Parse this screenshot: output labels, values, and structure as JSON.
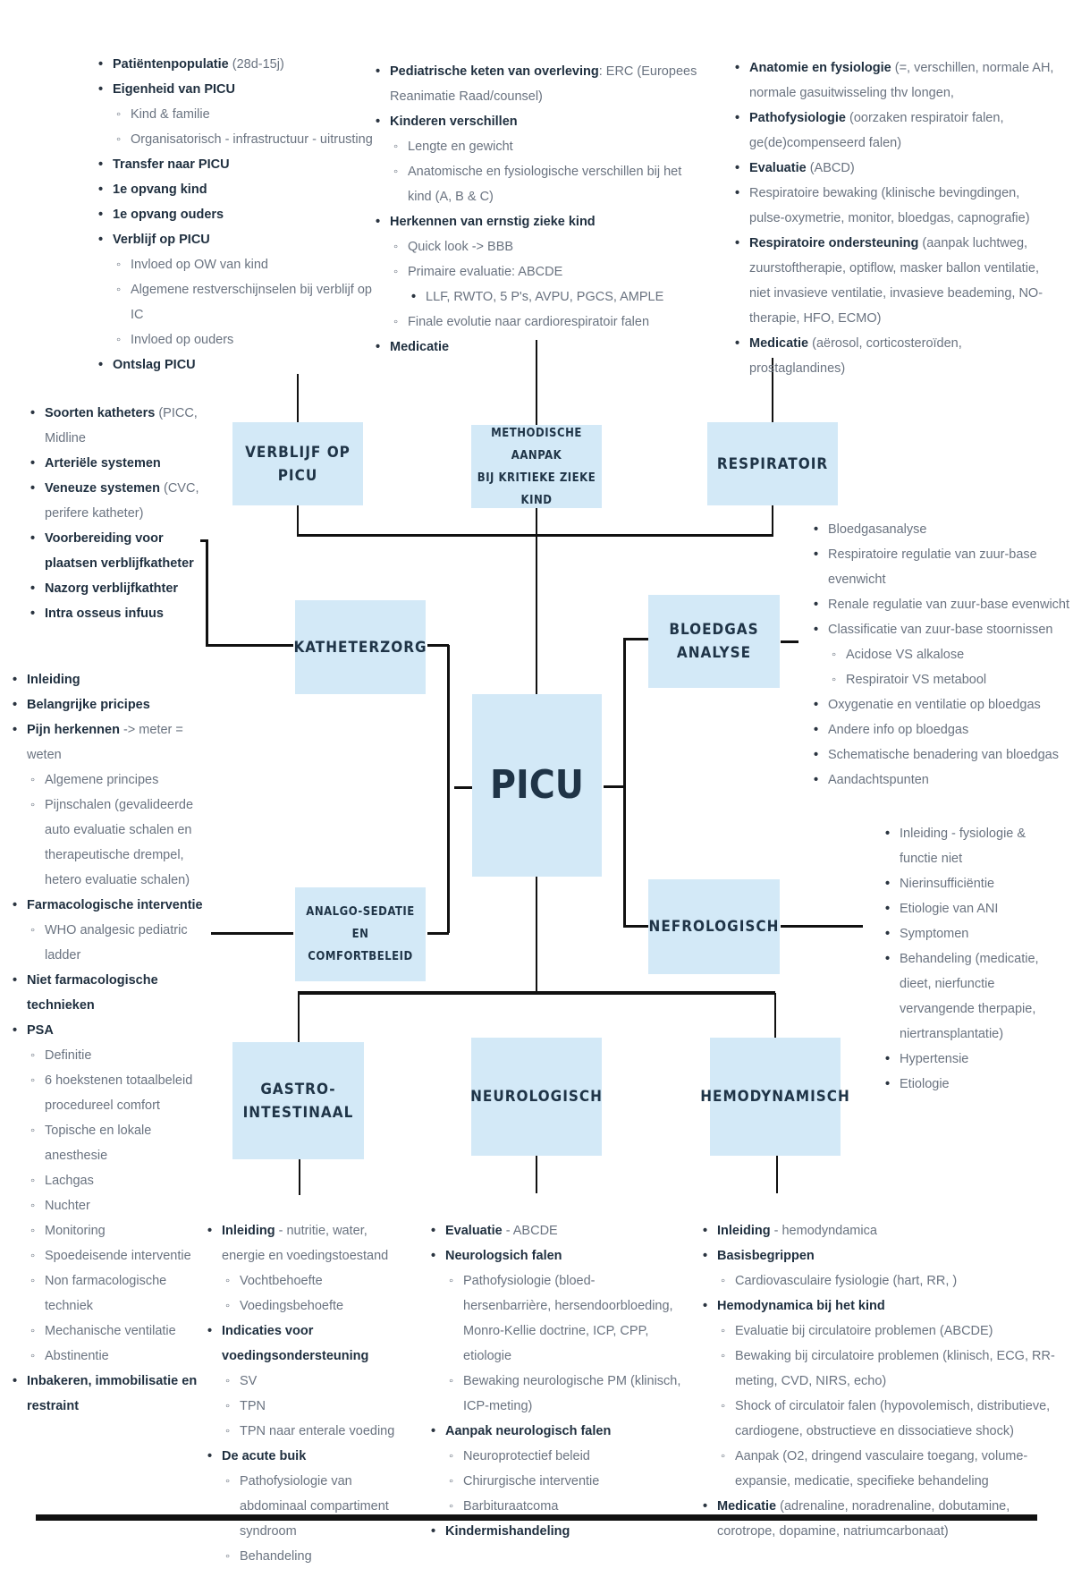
{
  "center": {
    "label": "PICU"
  },
  "nodes": {
    "verblijf": {
      "label": "VERBLIJF OP\nPICU"
    },
    "methodisch": {
      "label": "METHODISCHE AANPAK\nBIJ KRITIEKE ZIEKE\nKIND"
    },
    "respiratoir": {
      "label": "RESPIRATOIR"
    },
    "katheterzorg": {
      "label": "KATHETERZORG"
    },
    "analgo": {
      "label": "ANALGO-SEDATIE\nEN\nCOMFORTBELEID"
    },
    "bloedgas": {
      "label": "BLOEDGAS\nANALYSE"
    },
    "nefrologisch": {
      "label": "NEFROLOGISCH"
    },
    "gastro": {
      "label": "GASTRO-\nINTESTINAAL"
    },
    "neurologisch": {
      "label": "NEUROLOGISCH"
    },
    "hemodynamisch": {
      "label": "HEMODYNAMISCH"
    }
  },
  "lists": {
    "verblijf": [
      {
        "level": 1,
        "bold": "Patiëntenpopulatie",
        "text": " (28d-15j)"
      },
      {
        "level": 1,
        "bold": "Eigenheid van PICU",
        "text": ""
      },
      {
        "level": 2,
        "bold": "",
        "text": "Kind & familie"
      },
      {
        "level": 2,
        "bold": "",
        "text": "Organisatorisch - infrastructuur - uitrusting"
      },
      {
        "level": 1,
        "bold": "Transfer naar PICU",
        "text": ""
      },
      {
        "level": 1,
        "bold": "1e opvang kind",
        "text": ""
      },
      {
        "level": 1,
        "bold": "1e opvang ouders",
        "text": ""
      },
      {
        "level": 1,
        "bold": "Verblijf op PICU",
        "text": ""
      },
      {
        "level": 2,
        "bold": "",
        "text": "Invloed op OW van kind"
      },
      {
        "level": 2,
        "bold": "",
        "text": "Algemene restverschijnselen bij verblijf op IC"
      },
      {
        "level": 2,
        "bold": "",
        "text": "Invloed op ouders"
      },
      {
        "level": 1,
        "bold": "Ontslag PICU",
        "text": ""
      }
    ],
    "methodisch": [
      {
        "level": 1,
        "bold": "Pediatrische keten van overleving",
        "text": ": ERC (Europees Reanimatie Raad/counsel)"
      },
      {
        "level": 1,
        "bold": "Kinderen verschillen",
        "text": ""
      },
      {
        "level": 2,
        "bold": "",
        "text": "Lengte en gewicht"
      },
      {
        "level": 2,
        "bold": "",
        "text": "Anatomische en fysiologische verschillen bij het kind (A, B & C)"
      },
      {
        "level": 1,
        "bold": "Herkennen van ernstig zieke kind",
        "text": ""
      },
      {
        "level": 2,
        "bold": "",
        "text": "Quick look -> BBB"
      },
      {
        "level": 2,
        "bold": "",
        "text": "Primaire evaluatie: ABCDE"
      },
      {
        "level": 3,
        "bold": "",
        "text": "LLF, RWTO, 5 P's, AVPU, PGCS, AMPLE"
      },
      {
        "level": 2,
        "bold": "",
        "text": "Finale evolutie naar cardiorespiratoir falen"
      },
      {
        "level": 1,
        "bold": "Medicatie",
        "text": ""
      }
    ],
    "respiratoir": [
      {
        "level": 1,
        "bold": "Anatomie en fysiologie",
        "text": " (=, verschillen, normale AH, normale gasuitwisseling thv longen,"
      },
      {
        "level": 1,
        "bold": "Pathofysiologie",
        "text": " (oorzaken respiratoir falen, ge(de)compenseerd falen)"
      },
      {
        "level": 1,
        "bold": "Evaluatie",
        "text": " (ABCD)"
      },
      {
        "level": 1,
        "bold": "",
        "text": "Respiratoire bewaking (klinische bevingdingen, pulse-oxymetrie, monitor, bloedgas, capnografie)"
      },
      {
        "level": 1,
        "bold": "Respiratoire ondersteuning",
        "text": " (aanpak luchtweg, zuurstoftherapie, optiflow, masker ballon ventilatie, niet invasieve ventilatie, invasieve beademing, NO-therapie, HFO, ECMO)"
      },
      {
        "level": 1,
        "bold": "Medicatie",
        "text": " (aërosol, corticosteroïden, prostaglandines)"
      }
    ],
    "katheterzorg": [
      {
        "level": 1,
        "bold": "Soorten katheters",
        "text": " (PICC, Midline"
      },
      {
        "level": 1,
        "bold": "Arteriële systemen",
        "text": ""
      },
      {
        "level": 1,
        "bold": "Veneuze systemen",
        "text": " (CVC, perifere katheter)"
      },
      {
        "level": 1,
        "bold": "Voorbereiding voor plaatsen verblijfkatheter",
        "text": ""
      },
      {
        "level": 1,
        "bold": "Nazorg verblijfkathter",
        "text": ""
      },
      {
        "level": 1,
        "bold": "Intra osseus infuus",
        "text": ""
      }
    ],
    "analgo": [
      {
        "level": 1,
        "bold": "Inleiding",
        "text": ""
      },
      {
        "level": 1,
        "bold": "Belangrijke pricipes",
        "text": ""
      },
      {
        "level": 1,
        "bold": "Pijn herkennen",
        "text": " -> meter = weten"
      },
      {
        "level": 2,
        "bold": "",
        "text": "Algemene principes"
      },
      {
        "level": 2,
        "bold": "",
        "text": "Pijnschalen (gevalideerde auto evaluatie schalen en therapeutische drempel, hetero evaluatie schalen)"
      },
      {
        "level": 1,
        "bold": "Farmacologische interventie",
        "text": ""
      },
      {
        "level": 2,
        "bold": "",
        "text": "WHO analgesic pediatric ladder"
      },
      {
        "level": 1,
        "bold": "Niet farmacologische technieken",
        "text": ""
      },
      {
        "level": 1,
        "bold": "PSA",
        "text": ""
      },
      {
        "level": 2,
        "bold": "",
        "text": "Definitie"
      },
      {
        "level": 2,
        "bold": "",
        "text": "6 hoekstenen totaalbeleid procedureel comfort"
      },
      {
        "level": 2,
        "bold": "",
        "text": "Topische en lokale anesthesie"
      },
      {
        "level": 2,
        "bold": "",
        "text": "Lachgas"
      },
      {
        "level": 2,
        "bold": "",
        "text": "Nuchter"
      },
      {
        "level": 2,
        "bold": "",
        "text": "Monitoring"
      },
      {
        "level": 2,
        "bold": "",
        "text": "Spoedeisende interventie"
      },
      {
        "level": 2,
        "bold": "",
        "text": "Non farmacologische techniek"
      },
      {
        "level": 2,
        "bold": "",
        "text": "Mechanische ventilatie"
      },
      {
        "level": 2,
        "bold": "",
        "text": "Abstinentie"
      },
      {
        "level": 1,
        "bold": "Inbakeren, immobilisatie en restraint",
        "text": ""
      }
    ],
    "bloedgas": [
      {
        "level": 1,
        "bold": "",
        "text": "Bloedgasanalyse"
      },
      {
        "level": 1,
        "bold": "",
        "text": "Respiratoire regulatie van zuur-base evenwicht"
      },
      {
        "level": 1,
        "bold": "",
        "text": "Renale regulatie van zuur-base evenwicht"
      },
      {
        "level": 1,
        "bold": "",
        "text": "Classificatie van zuur-base stoornissen"
      },
      {
        "level": 2,
        "bold": "",
        "text": "Acidose VS alkalose"
      },
      {
        "level": 2,
        "bold": "",
        "text": "Respiratoir VS metabool"
      },
      {
        "level": 1,
        "bold": "",
        "text": "Oxygenatie en ventilatie op bloedgas"
      },
      {
        "level": 1,
        "bold": "",
        "text": "Andere info op bloedgas"
      },
      {
        "level": 1,
        "bold": "",
        "text": "Schematische benadering van bloedgas"
      },
      {
        "level": 1,
        "bold": "",
        "text": "Aandachtspunten"
      }
    ],
    "nefrologisch": [
      {
        "level": 1,
        "bold": "",
        "text": "Inleiding - fysiologie & functie niet"
      },
      {
        "level": 1,
        "bold": "",
        "text": "Nierinsufficiëntie"
      },
      {
        "level": 1,
        "bold": "",
        "text": "Etiologie van ANI"
      },
      {
        "level": 1,
        "bold": "",
        "text": "Symptomen"
      },
      {
        "level": 1,
        "bold": "",
        "text": "Behandeling (medicatie, dieet, nierfunctie vervangende therpapie, niertransplantatie)"
      },
      {
        "level": 1,
        "bold": "",
        "text": "Hypertensie"
      },
      {
        "level": 1,
        "bold": "",
        "text": "Etiologie"
      }
    ],
    "gastro": [
      {
        "level": 1,
        "bold": "Inleiding",
        "text": " - nutritie, water, energie en voedingstoestand"
      },
      {
        "level": 2,
        "bold": "",
        "text": "Vochtbehoefte"
      },
      {
        "level": 2,
        "bold": "",
        "text": "Voedingsbehoefte"
      },
      {
        "level": 1,
        "bold": "Indicaties voor voedingsondersteuning",
        "text": ""
      },
      {
        "level": 2,
        "bold": "",
        "text": "SV"
      },
      {
        "level": 2,
        "bold": "",
        "text": "TPN"
      },
      {
        "level": 2,
        "bold": "",
        "text": "TPN naar enterale voeding"
      },
      {
        "level": 1,
        "bold": "De acute buik",
        "text": ""
      },
      {
        "level": 2,
        "bold": "",
        "text": "Pathofysiologie van abdominaal compartiment syndroom"
      },
      {
        "level": 2,
        "bold": "",
        "text": "Behandeling"
      }
    ],
    "neurologisch": [
      {
        "level": 1,
        "bold": "Evaluatie",
        "text": " - ABCDE"
      },
      {
        "level": 1,
        "bold": "Neurologsich falen",
        "text": ""
      },
      {
        "level": 2,
        "bold": "",
        "text": "Pathofysiologie (bloed-hersenbarrière, hersendoorbloeding, Monro-Kellie doctrine, ICP, CPP, etiologie"
      },
      {
        "level": 2,
        "bold": "",
        "text": "Bewaking neurologische PM (klinisch, ICP-meting)"
      },
      {
        "level": 1,
        "bold": "Aanpak neurologisch falen",
        "text": ""
      },
      {
        "level": 2,
        "bold": "",
        "text": "Neuroprotectief beleid"
      },
      {
        "level": 2,
        "bold": "",
        "text": "Chirurgische interventie"
      },
      {
        "level": 2,
        "bold": "",
        "text": "Barbituraatcoma"
      },
      {
        "level": 1,
        "bold": "Kindermishandeling",
        "text": ""
      }
    ],
    "hemodynamisch": [
      {
        "level": 1,
        "bold": "Inleiding",
        "text": " - hemodyndamica"
      },
      {
        "level": 1,
        "bold": "Basisbegrippen",
        "text": ""
      },
      {
        "level": 2,
        "bold": "",
        "text": "Cardiovasculaire fysiologie (hart, RR, )"
      },
      {
        "level": 1,
        "bold": "Hemodynamica bij het kind",
        "text": ""
      },
      {
        "level": 2,
        "bold": "",
        "text": "Evaluatie bij circulatoire problemen (ABCDE)"
      },
      {
        "level": 2,
        "bold": "",
        "text": "Bewaking bij circulatoire problemen (klinisch, ECG, RR-meting, CVD, NIRS, echo)"
      },
      {
        "level": 2,
        "bold": "",
        "text": "Shock of circulatoir falen (hypovolemisch, distributieve, cardiogene, obstructieve en dissociatieve shock)"
      },
      {
        "level": 2,
        "bold": "",
        "text": "Aanpak (O2, dringend vasculaire toegang, volume-expansie, medicatie, specifieke behandeling"
      },
      {
        "level": 1,
        "bold": "Medicatie",
        "text": " (adrenaline, noradrenaline, dobutamine, corotrope, dopamine, natriumcarbonaat)"
      }
    ]
  }
}
